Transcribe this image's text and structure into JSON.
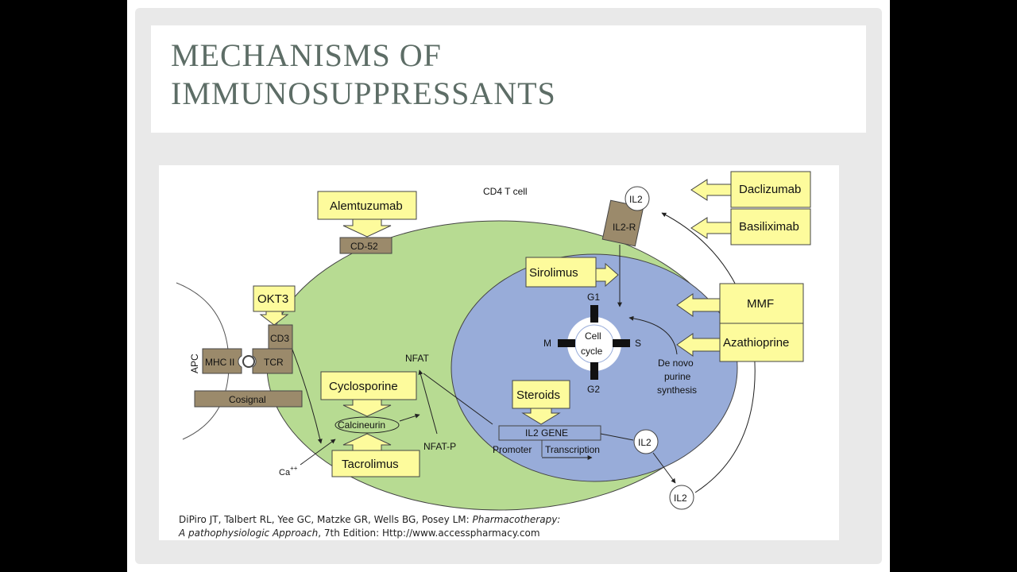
{
  "slide": {
    "title_line1": "MECHANISMS OF",
    "title_line2": "IMMUNOSUPPRESSANTS"
  },
  "diagram": {
    "cell_label": "CD4 T cell",
    "apc_label": "APC",
    "drugs": {
      "alemtuzumab": "Alemtuzumab",
      "okt3": "OKT3",
      "cyclosporine": "Cyclosporine",
      "tacrolimus": "Tacrolimus",
      "sirolimus": "Sirolimus",
      "steroids": "Steroids",
      "daclizumab": "Daclizumab",
      "basiliximab": "Basiliximab",
      "mmf": "MMF",
      "azathioprine": "Azathioprine"
    },
    "receptors": {
      "cd52": "CD-52",
      "cd3": "CD3",
      "mhc2": "MHC II",
      "tcr": "TCR",
      "cosignal": "Cosignal",
      "il2r": "IL2-R"
    },
    "labels": {
      "il2_top": "IL2",
      "il2_mid": "IL2",
      "il2_bottom": "IL2",
      "nfat": "NFAT",
      "nfat_p": "NFAT-P",
      "calcineurin": "Calcineurin",
      "ca": "Ca",
      "ca_sup": "++",
      "cell_cycle_1": "Cell",
      "cell_cycle_2": "cycle",
      "g1": "G1",
      "g2": "G2",
      "m": "M",
      "s": "S",
      "de_novo_1": "De novo",
      "de_novo_2": "purine",
      "de_novo_3": "synthesis",
      "il2_gene": "IL2 GENE",
      "promoter": "Promoter",
      "transcription": "Transcription"
    }
  },
  "citation": {
    "line1_prefix": "DiPiro JT, Talbert RL, Yee GC, Matzke GR, Wells BG, Posey LM: ",
    "line1_italic": "Pharmacotherapy:",
    "line2_italic": "A pathophysiologic Approach",
    "line2_suffix": ", 7th Edition: Http://www.accesspharmacy.com"
  },
  "colors": {
    "title": "#5d6d66",
    "cell_green": "#b7db92",
    "nucleus_blue": "#98acd9",
    "drug_yellow": "#fdfb9c",
    "receptor_brown": "#9b8a6b"
  }
}
